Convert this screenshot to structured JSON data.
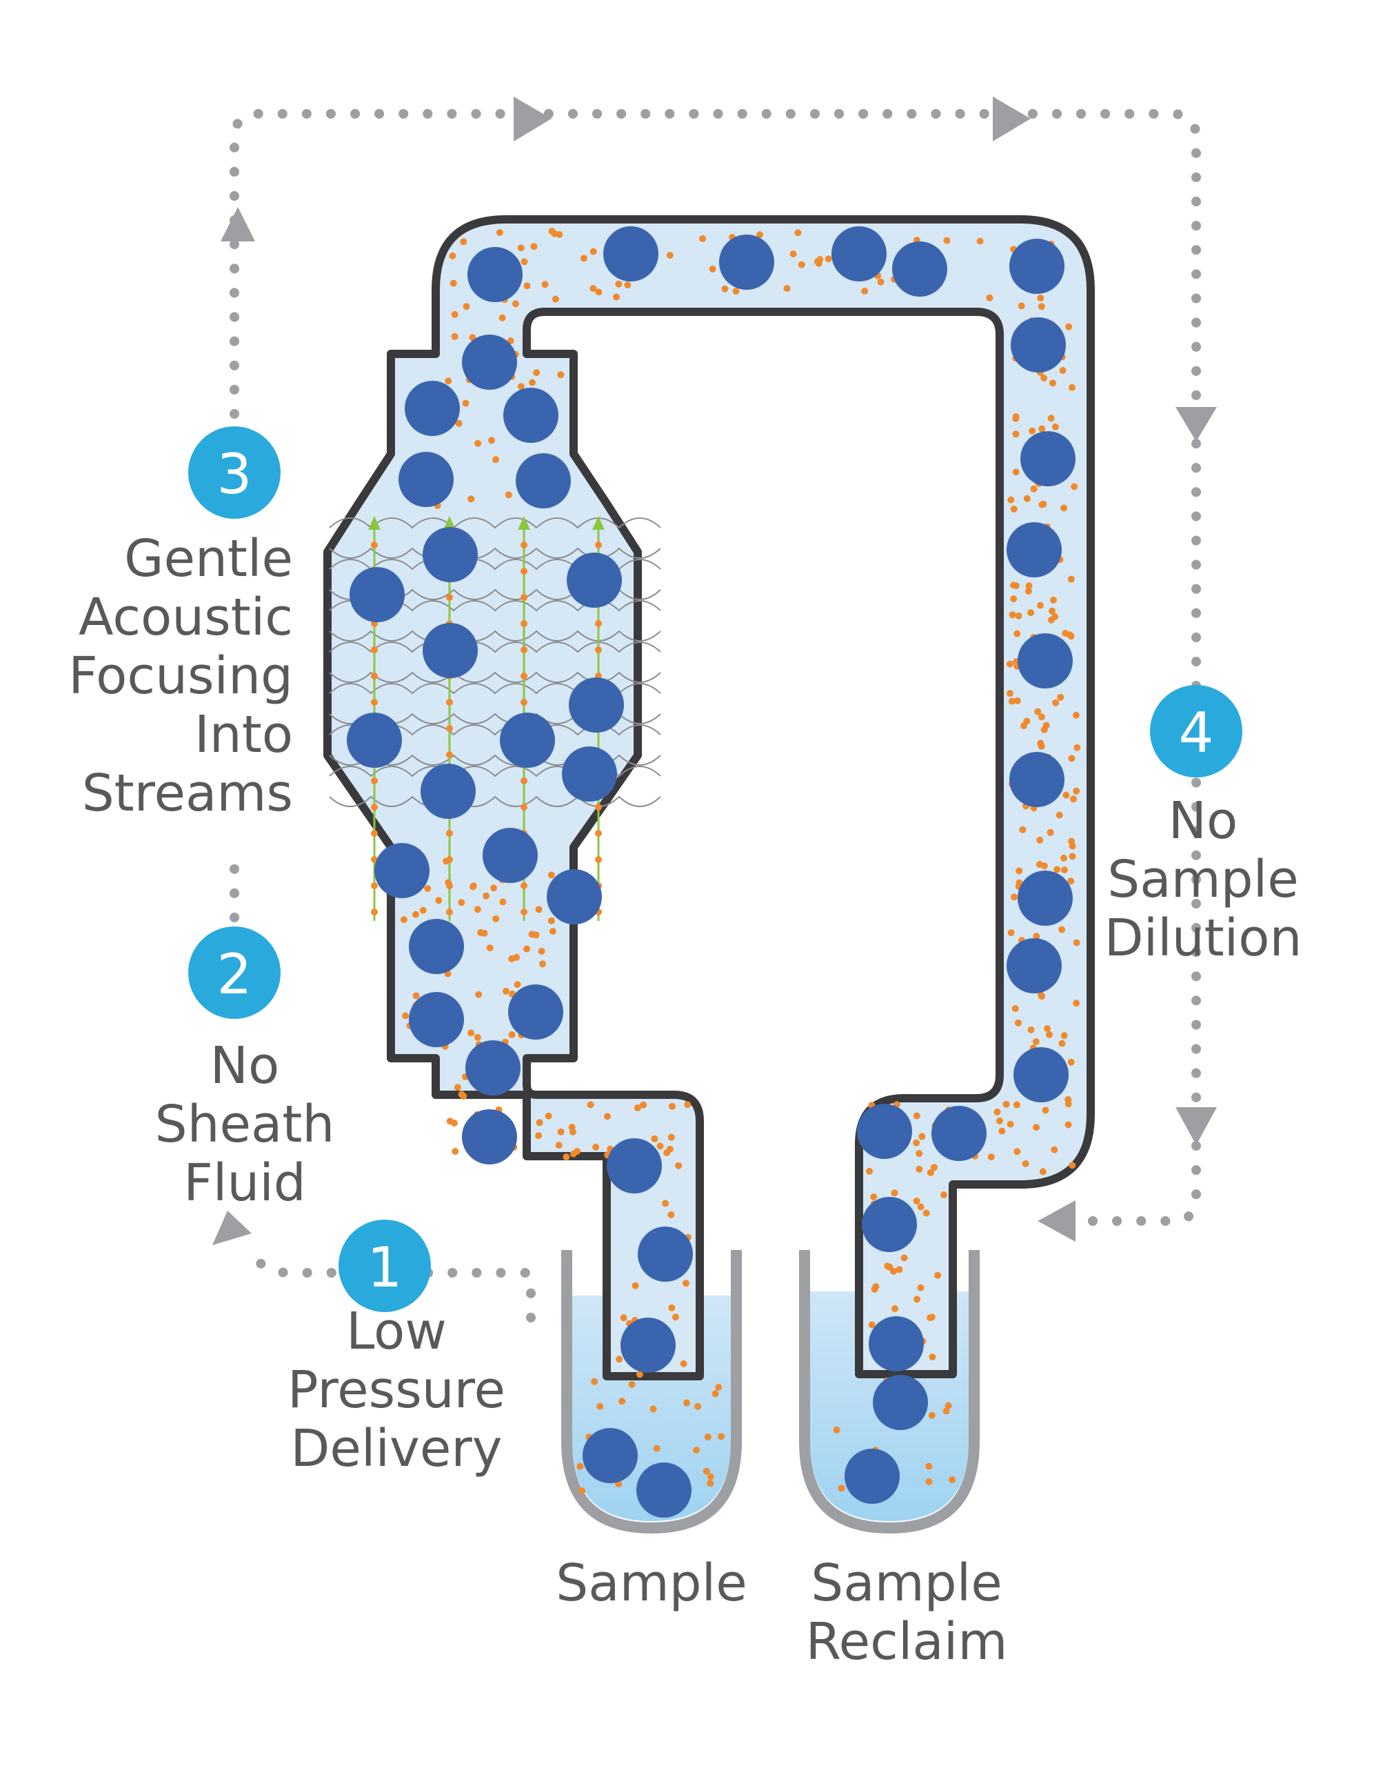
{
  "steps": [
    {
      "number": "1",
      "lines": [
        "Low",
        "Pressure",
        "Delivery"
      ]
    },
    {
      "number": "2",
      "lines": [
        "No",
        "Sheath",
        "Fluid"
      ]
    },
    {
      "number": "3",
      "lines": [
        "Gentle",
        "Acoustic",
        "Focusing",
        "Into",
        "Streams"
      ]
    },
    {
      "number": "4",
      "lines": [
        "No",
        "Sample",
        "Dilution"
      ]
    }
  ],
  "tubes": {
    "sample": [
      "Sample"
    ],
    "reclaim": [
      "Sample",
      "Reclaim"
    ]
  },
  "colors": {
    "accent": "#2aa9dc",
    "cell": "#3a64ad",
    "particle": "#f08a2c",
    "channel_fill": "#d6e8f6",
    "channel_stroke": "#3a3a3c",
    "arrow": "#9d9fa2",
    "text": "#58595b"
  },
  "icons": [
    "dotted-flow-arrow",
    "step-badge",
    "cell-circle",
    "particle-dot",
    "test-tube"
  ]
}
